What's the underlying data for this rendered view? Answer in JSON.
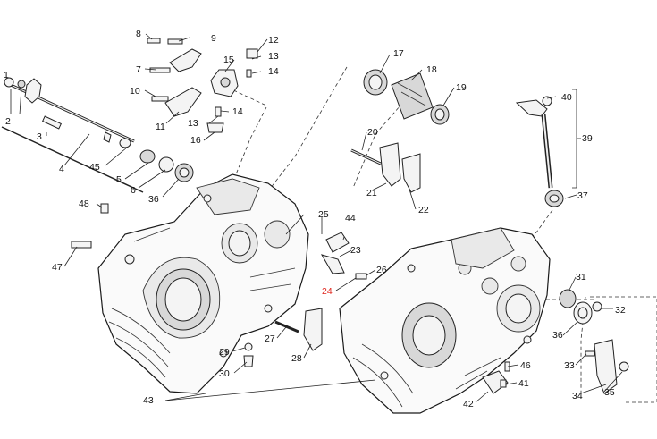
{
  "labels": {
    "l1": "1",
    "l2": "2",
    "l3": "3",
    "l4": "4",
    "l5": "5",
    "l6": "6",
    "l7": "7",
    "l8": "8",
    "l9": "9",
    "l10": "10",
    "l11": "11",
    "l12": "12",
    "l13a": "13",
    "l13b": "13",
    "l14a": "14",
    "l14b": "14",
    "l15": "15",
    "l16": "16",
    "l17": "17",
    "l18": "18",
    "l19": "19",
    "l20": "20",
    "l21": "21",
    "l22": "22",
    "l23": "23",
    "l24": "24",
    "l25": "25",
    "l26": "26",
    "l27": "27",
    "l28": "28",
    "l29": "29",
    "l30": "30",
    "l31": "31",
    "l32": "32",
    "l33": "33",
    "l34": "34",
    "l35": "35",
    "l36a": "36",
    "l36b": "36",
    "l37": "37",
    "l39": "39",
    "l40": "40",
    "l41": "41",
    "l42": "42",
    "l43": "43",
    "l44": "44",
    "l45": "45",
    "l46": "46",
    "l47": "47",
    "l48": "48"
  },
  "colors": {
    "highlight_label": "#e0261d",
    "line": "#222222"
  }
}
